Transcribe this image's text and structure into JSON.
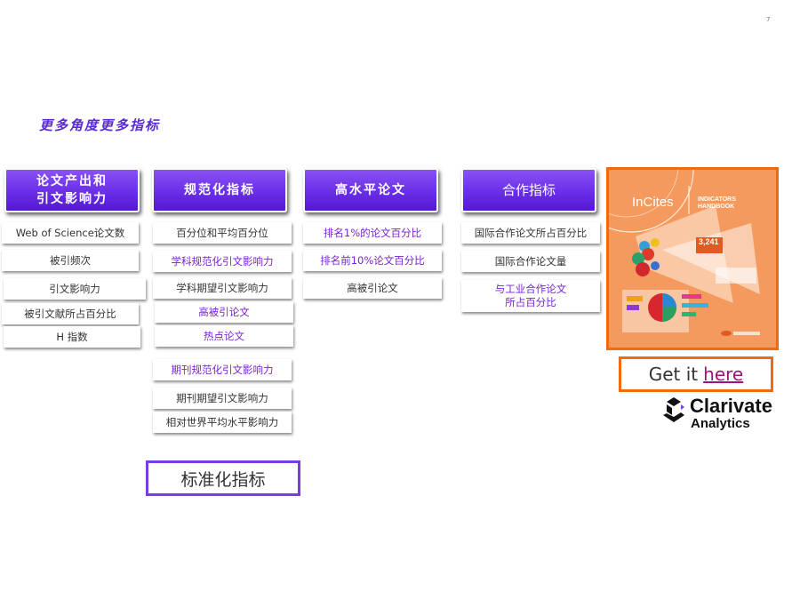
{
  "page_number": "7",
  "heading": "更多角度更多指标",
  "columns": [
    {
      "title_lines": [
        "论文产出和",
        "引文影响力"
      ],
      "items": [
        {
          "text": "Web of Science论文数",
          "purple": false
        },
        {
          "text": "被引频次",
          "purple": false
        },
        {
          "text": "引文影响力",
          "purple": false
        },
        {
          "text": "被引文献所占百分比",
          "purple": false
        },
        {
          "text": "H 指数",
          "purple": false
        }
      ]
    },
    {
      "title_lines": [
        "规范化指标"
      ],
      "items": [
        {
          "text": "百分位和平均百分位",
          "purple": false
        },
        {
          "text": "学科规范化引文影响力",
          "purple": true
        },
        {
          "text": "学科期望引文影响力",
          "purple": false
        },
        {
          "text": "高被引论文",
          "purple": true
        },
        {
          "text": "热点论文",
          "purple": true
        },
        {
          "text": "期刊规范化引文影响力",
          "purple": true
        },
        {
          "text": "期刊期望引文影响力",
          "purple": false
        },
        {
          "text": "相对世界平均水平影响力",
          "purple": false
        }
      ]
    },
    {
      "title_lines": [
        "高水平论文"
      ],
      "items": [
        {
          "text": "排名1%的论文百分比",
          "purple": true
        },
        {
          "text": "排名前10%论文百分比",
          "purple": true
        },
        {
          "text": "高被引论文",
          "purple": false
        }
      ]
    },
    {
      "title_lines": [
        "合作指标"
      ],
      "items": [
        {
          "text": "国际合作论文所占百分比",
          "purple": false
        },
        {
          "text": "国际合作论文量",
          "purple": false
        },
        {
          "text": "与工业合作论文所占百分比",
          "purple": true
        }
      ]
    }
  ],
  "standard_box_label": "标准化指标",
  "book": {
    "brand": "InCites",
    "title_line1": "INDICATORS",
    "title_line2": "HANDBOOK",
    "stat": "3,241"
  },
  "get_it": {
    "prefix": "Get it",
    "link": "here"
  },
  "logo": {
    "name": "Clarivate",
    "sub": "Analytics"
  },
  "colors": {
    "accent_purple": "#6a2ee8",
    "accent_orange": "#f06a12",
    "link": "#a0127a"
  }
}
